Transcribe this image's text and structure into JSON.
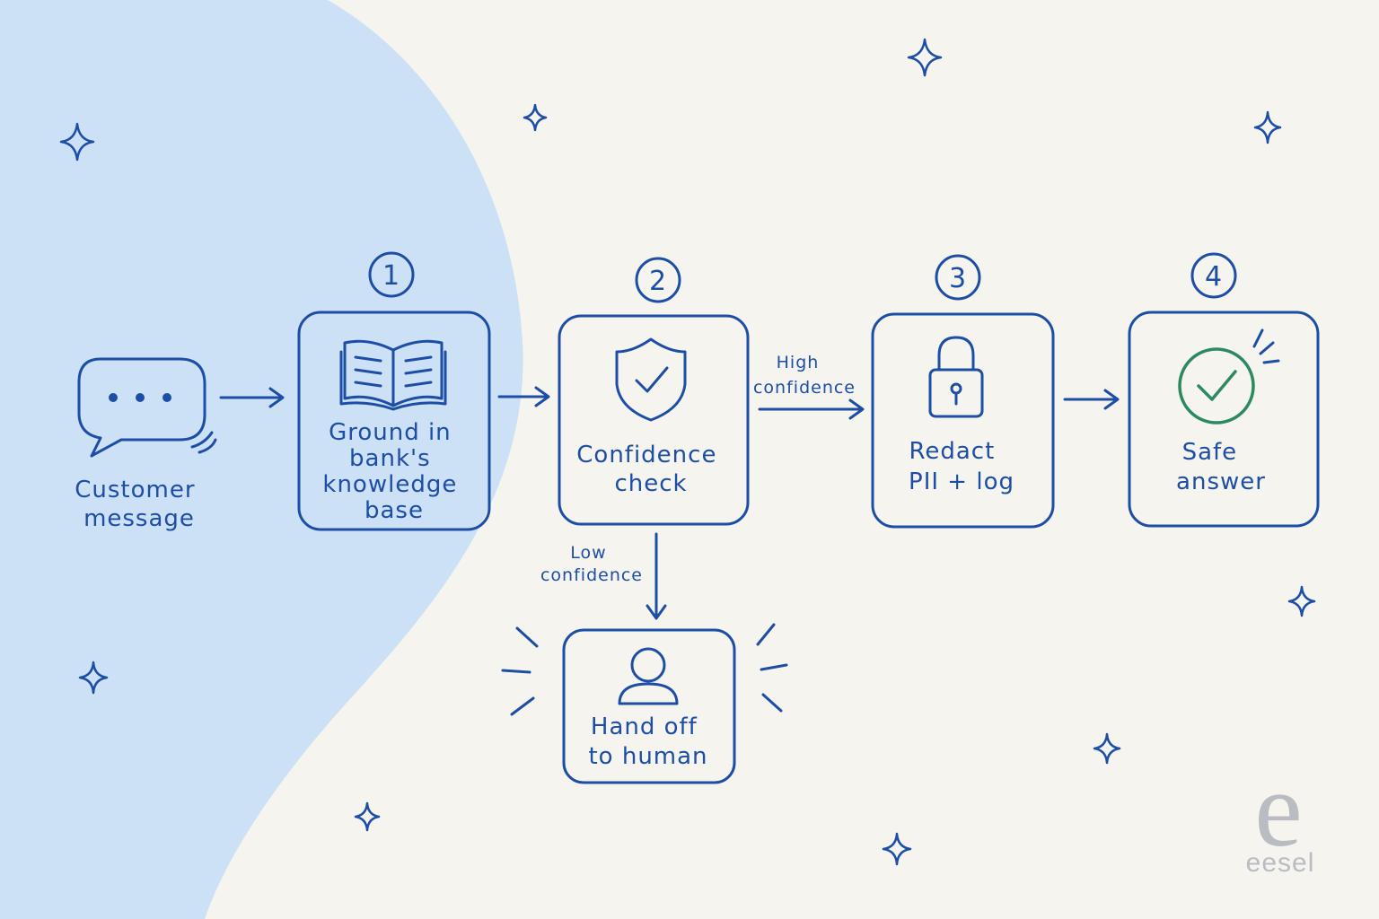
{
  "colors": {
    "background": "#f6f4ef",
    "blob": "#cce0f6",
    "ink": "#1d4ea6",
    "success": "#2b8a5e",
    "logo": "#b9bcc1"
  },
  "customer": {
    "icon": "chat-bubble-icon",
    "label_lines": [
      "Customer",
      "message"
    ]
  },
  "steps": [
    {
      "number": "1",
      "icon": "open-book-icon",
      "label_lines": [
        "Ground in",
        "bank's",
        "knowledge",
        "base"
      ]
    },
    {
      "number": "2",
      "icon": "shield-check-icon",
      "label_lines": [
        "Confidence",
        "check"
      ]
    },
    {
      "number": "3",
      "icon": "padlock-icon",
      "label_lines": [
        "Redact",
        "PII + log"
      ]
    },
    {
      "number": "4",
      "icon": "check-circle-icon",
      "label_lines": [
        "Safe",
        "answer"
      ]
    }
  ],
  "branches": {
    "high": [
      "High",
      "confidence"
    ],
    "low": [
      "Low",
      "confidence"
    ]
  },
  "handoff": {
    "icon": "person-icon",
    "label_lines": [
      "Hand off",
      "to human"
    ]
  },
  "logo": {
    "letter": "e",
    "text": "eesel"
  }
}
